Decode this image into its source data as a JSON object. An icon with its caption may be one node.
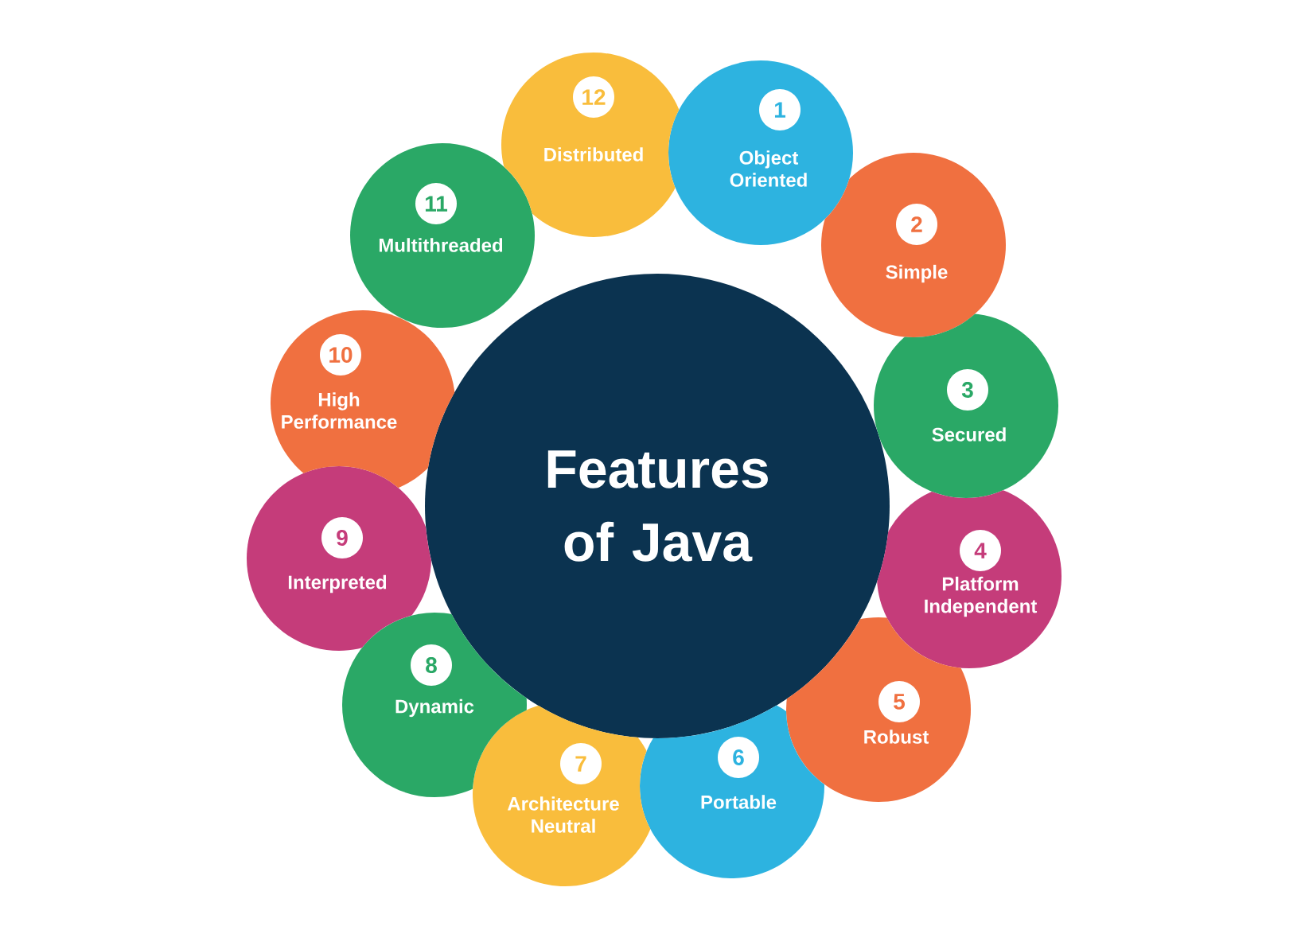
{
  "diagram": {
    "nodes": [
      {
        "text": [
          "Features of Java"
        ]
      },
      {
        "text": [
          "1",
          "Object Oriented"
        ]
      },
      {
        "text": [
          "2",
          "Simple"
        ]
      },
      {
        "text": [
          "3",
          "Secured"
        ]
      },
      {
        "text": [
          "4",
          "Platform Independent"
        ]
      },
      {
        "text": [
          "5",
          "Robust"
        ]
      },
      {
        "text": [
          "6",
          "Portable"
        ]
      },
      {
        "text": [
          "7",
          "Architecture Neutral"
        ]
      },
      {
        "text": [
          "8",
          "Dynamic"
        ]
      },
      {
        "text": [
          "9",
          "Interpreted"
        ]
      },
      {
        "text": [
          "10",
          "High Performance"
        ]
      },
      {
        "text": [
          "11",
          "Multithreaded"
        ]
      },
      {
        "text": [
          "12",
          "Distributed"
        ]
      }
    ]
  }
}
